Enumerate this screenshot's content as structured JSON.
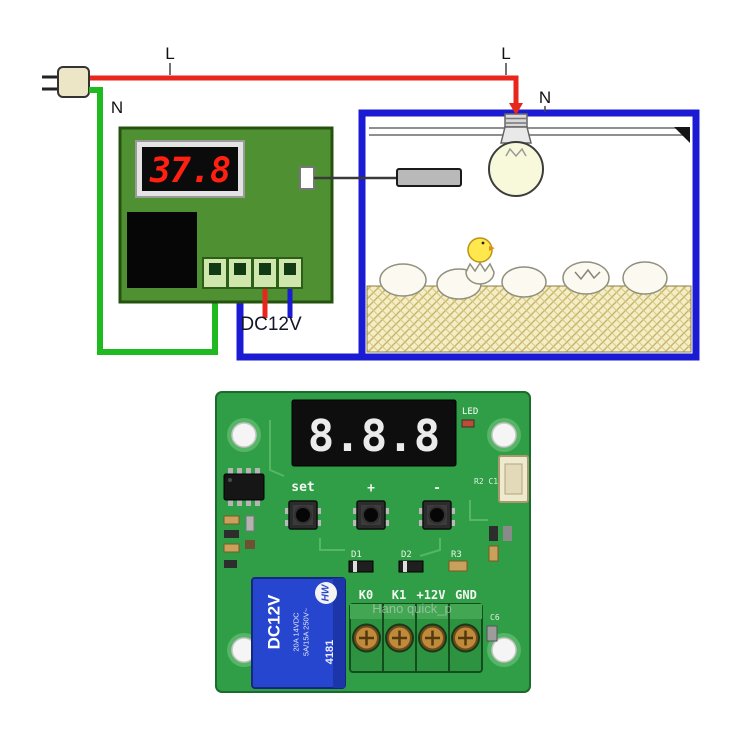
{
  "schematic": {
    "live_label_left": "L",
    "live_label_right": "L",
    "neutral_label_left": "N",
    "neutral_label_right": "N",
    "supply_label": "DC12V",
    "display_value": "37.8"
  },
  "board": {
    "display_value": "8.8.8",
    "led_label": "LED",
    "r2c1_label": "R2 C1",
    "set_label": "set",
    "plus_label": "+",
    "minus_label": "-",
    "d1_label": "D1",
    "d2_label": "D2",
    "r3_label": "R3",
    "c6_label": "C6",
    "terminals": [
      "K0",
      "K1",
      "+12V",
      "GND"
    ],
    "relay": {
      "brand": "HW",
      "coil_voltage": "DC12V",
      "rating_line1": "20A 14VDC",
      "rating_line2": "5A/15A 250V~",
      "model": "4181"
    },
    "watermark": "Hano quick_p"
  },
  "colors": {
    "wire_live_red": "#e8271c",
    "wire_neutral_green": "#1fba1f",
    "wire_blue": "#1b1bd4",
    "schematic_pcb_green": "#4f9132",
    "photo_pcb_green": "#2f9e46",
    "display_digit_red": "#ff2012",
    "relay_blue": "#2646cf",
    "straw_yellow": "#f3eec8"
  }
}
